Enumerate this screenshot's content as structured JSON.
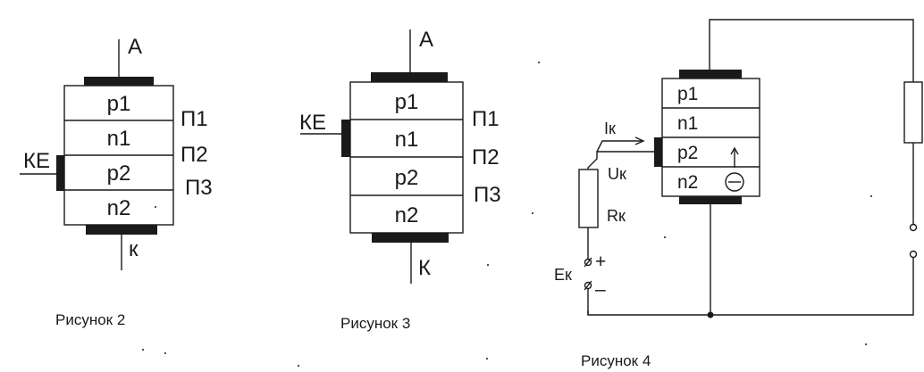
{
  "figure2": {
    "anode_label": "A",
    "cathode_label": "к",
    "control_label": "КЕ",
    "layers": [
      "p1",
      "n1",
      "p2",
      "n2"
    ],
    "junctions": [
      "П1",
      "П2",
      "П3"
    ],
    "caption": "Рисунок 2"
  },
  "figure3": {
    "anode_label": "A",
    "cathode_label": "К",
    "control_label": "КЕ",
    "layers": [
      "p1",
      "n1",
      "p2",
      "n2"
    ],
    "junctions": [
      "П1",
      "П2",
      "П3"
    ],
    "caption": "Рисунок 3"
  },
  "figure4": {
    "layers": [
      "p1",
      "n1",
      "p2",
      "n2"
    ],
    "current_label": "Iк",
    "voltage_label": "Uк",
    "resistor_label": "Rк",
    "source_label": "Eк",
    "plus_sign": "+",
    "minus_sign": "–",
    "caption": "Рисунок 4"
  }
}
